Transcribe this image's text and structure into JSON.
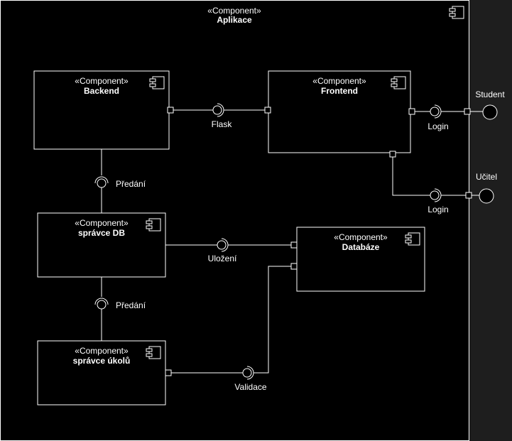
{
  "colors": {
    "canvas": "#000000",
    "outside": "#1e1e1e",
    "stroke": "#ffffff",
    "text": "#ffffff"
  },
  "stereotype": "«Component»",
  "container": {
    "name": "Aplikace"
  },
  "components": {
    "backend": "Backend",
    "frontend": "Frontend",
    "spravce_db": "správce DB",
    "databaze": "Databáze",
    "spravce_ukolu": "správce úkolů"
  },
  "interfaces": {
    "flask": "Flask",
    "login_student": "Login",
    "login_ucitel": "Login",
    "predani_1": "Předání",
    "predani_2": "Předání",
    "ulozeni": "Uložení",
    "validace": "Validace"
  },
  "actors": {
    "student": "Student",
    "ucitel": "Učitel"
  },
  "icons": {
    "component": "component-icon"
  }
}
